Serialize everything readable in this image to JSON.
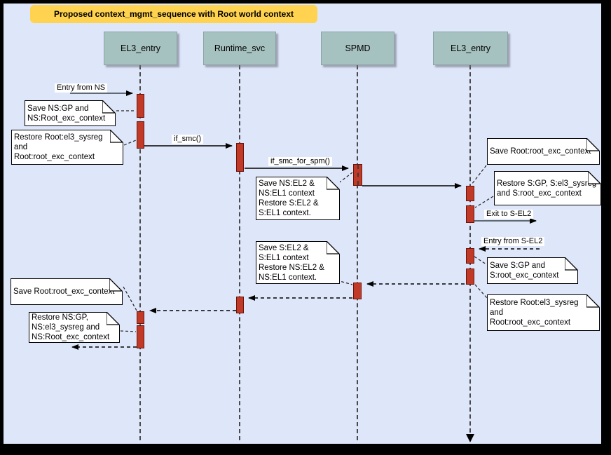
{
  "title": "Proposed context_mgmt_sequence with Root world context",
  "colors": {
    "background": "#DEE6FA",
    "banner": "#FFD24F",
    "lifeline_box": "#A6C2C0",
    "activation_bar": "#C13A27"
  },
  "lifelines": [
    {
      "label": "EL3_entry"
    },
    {
      "label": "Runtime_svc"
    },
    {
      "label": "SPMD"
    },
    {
      "label": "EL3_entry"
    }
  ],
  "messages": {
    "entry_from_ns": "Entry from NS",
    "if_smc": "if_smc()",
    "if_smc_for_spm": "if_smc_for_spm()",
    "exit_to_sel2": "Exit to S-EL2",
    "entry_from_sel2": "Entry from S-EL2"
  },
  "notes": [
    {
      "text": "Save NS:GP and\nNS:Root_exc_context"
    },
    {
      "text": "Restore Root:el3_sysreg\nand\nRoot:root_exc_context"
    },
    {
      "text": "Save NS:EL2 &\nNS:EL1 context\nRestore S:EL2 &\nS:EL1 context."
    },
    {
      "text": "Save Root:root_exc_context"
    },
    {
      "text": "Restore S:GP, S:el3_sysreg\nand S:root_exc_context"
    },
    {
      "text": "Save S:GP and\nS:root_exc_context"
    },
    {
      "text": "Restore Root:el3_sysreg\nand\nRoot:root_exc_context"
    },
    {
      "text": "Save S:EL2 &\nS:EL1 context\nRestore NS:EL2 &\nNS:EL1 context."
    },
    {
      "text": "Save Root:root_exc_context"
    },
    {
      "text": "Restore NS:GP,\nNS:el3_sysreg and\nNS:Root_exc_context"
    }
  ]
}
